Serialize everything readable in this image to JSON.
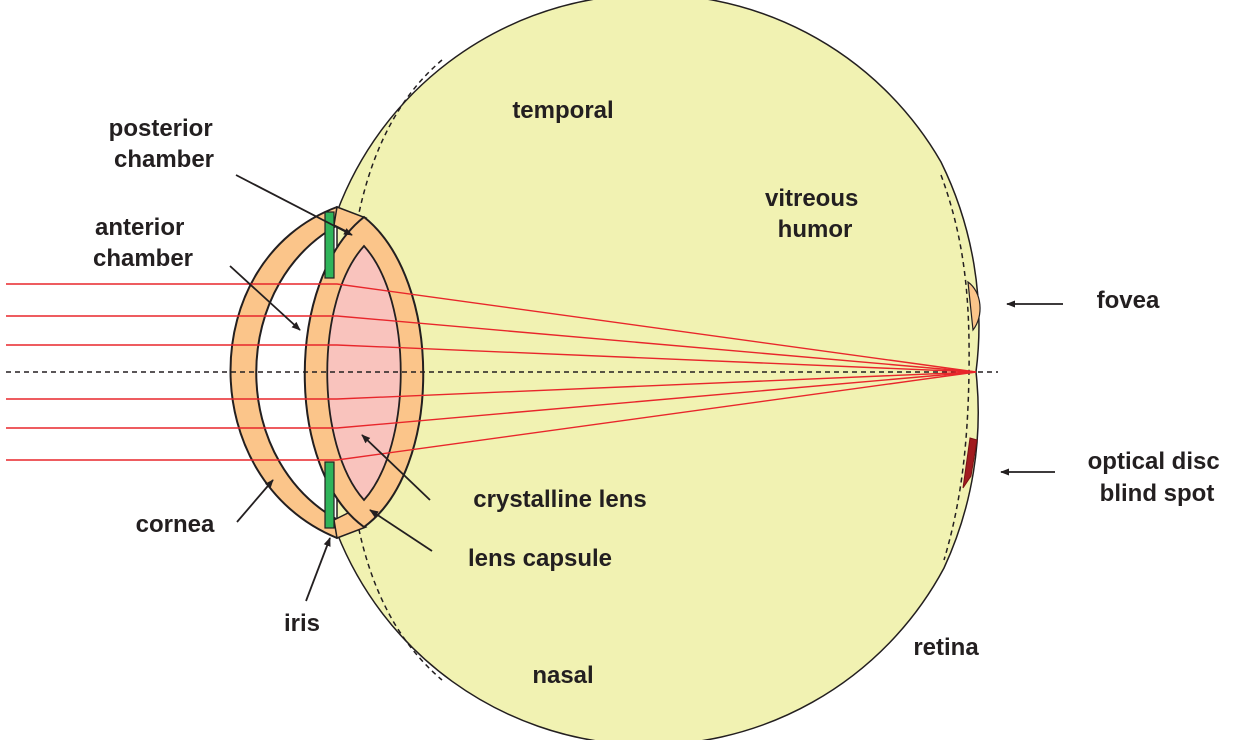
{
  "labels": {
    "posterior_chamber": [
      "posterior",
      "chamber"
    ],
    "anterior_chamber": [
      "anterior",
      "chamber"
    ],
    "temporal": "temporal",
    "vitreous_humor": [
      "vitreous",
      "humor"
    ],
    "fovea": "fovea",
    "optical_disc": [
      "optical disc",
      "blind spot"
    ],
    "crystalline_lens": "crystalline lens",
    "lens_capsule": "lens capsule",
    "cornea": "cornea",
    "iris": "iris",
    "nasal": "nasal",
    "retina": "retina"
  },
  "colors": {
    "vitreous_fill": "#f1f2b2",
    "cornea_fill": "#fbc58a",
    "lens_fill": "#f9c3bd",
    "iris_fill": "#2fb45a",
    "ray": "#e8262b",
    "optic_disc": "#a21b1f",
    "outline": "#231f20"
  }
}
